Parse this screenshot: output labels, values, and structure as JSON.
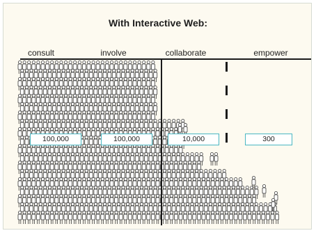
{
  "title": "With Interactive Web:",
  "stages": [
    {
      "label": "consult",
      "value": "100,000"
    },
    {
      "label": "involve",
      "value": "100,000"
    },
    {
      "label": "collaborate",
      "value": "10,000"
    },
    {
      "label": "empower",
      "value": "300"
    }
  ],
  "icons": {
    "figure": "person-icon"
  },
  "colors": {
    "background": "#fdfaf0",
    "box_border": "#49b6c2",
    "figure_stroke": "#3a3a3a",
    "line": "#1a1a1a"
  }
}
